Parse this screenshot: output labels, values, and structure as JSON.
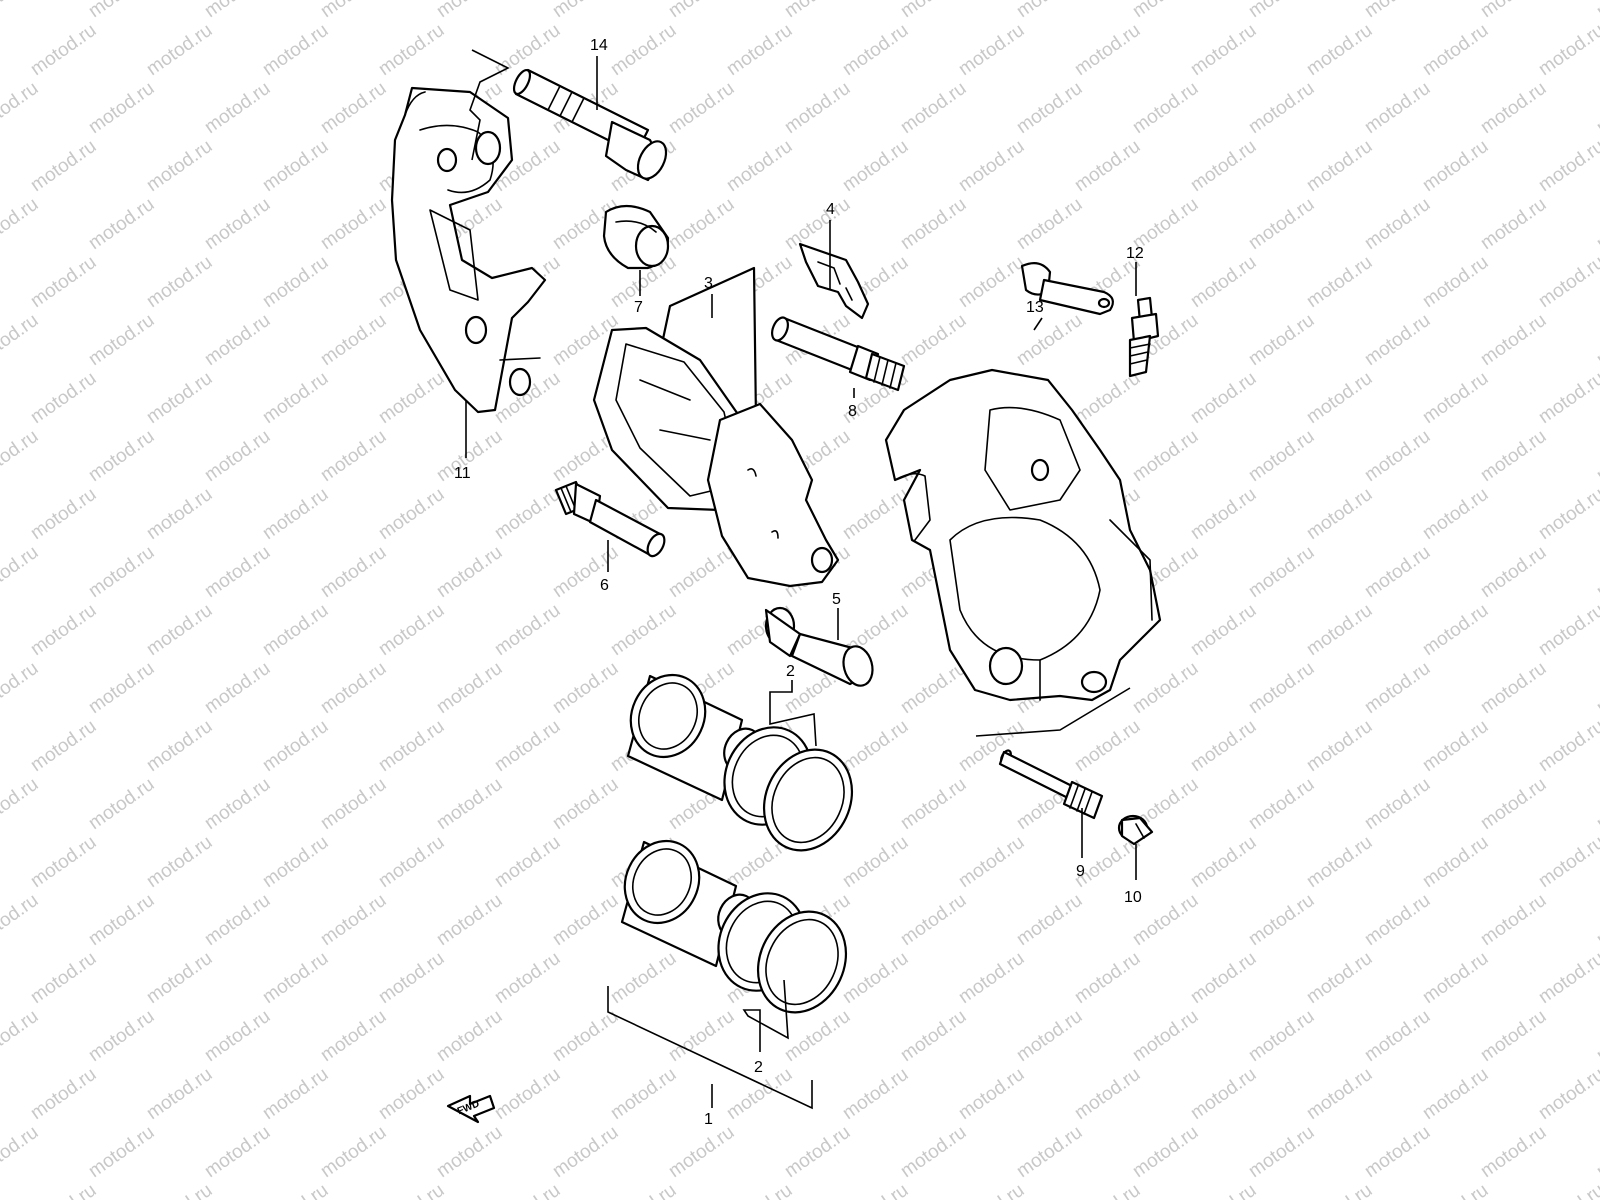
{
  "watermark": {
    "text": "motod.ru",
    "color": "#c8c8c8"
  },
  "direction_marker": {
    "label": "FWD",
    "icon": "fwd-arrow-icon"
  },
  "callouts": [
    {
      "id": "1",
      "label": "1"
    },
    {
      "id": "2a",
      "label": "2"
    },
    {
      "id": "2b",
      "label": "2"
    },
    {
      "id": "3",
      "label": "3"
    },
    {
      "id": "4",
      "label": "4"
    },
    {
      "id": "5",
      "label": "5"
    },
    {
      "id": "6",
      "label": "6"
    },
    {
      "id": "7",
      "label": "7"
    },
    {
      "id": "8",
      "label": "8"
    },
    {
      "id": "9",
      "label": "9"
    },
    {
      "id": "10",
      "label": "10"
    },
    {
      "id": "11",
      "label": "11"
    },
    {
      "id": "12",
      "label": "12"
    },
    {
      "id": "13",
      "label": "13"
    },
    {
      "id": "14",
      "label": "14"
    }
  ]
}
